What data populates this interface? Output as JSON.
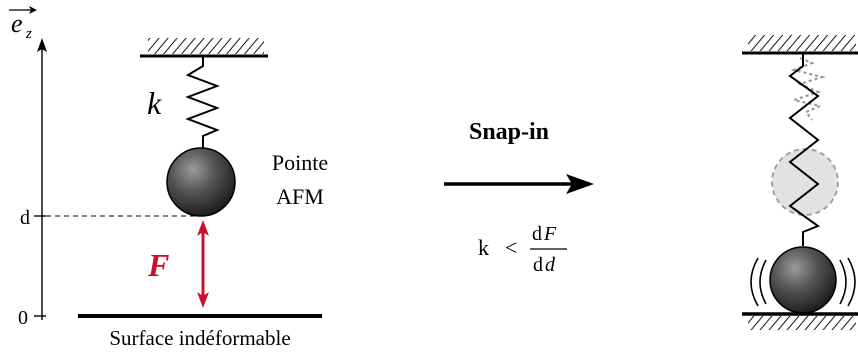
{
  "axis": {
    "vector_label": "e",
    "vector_subscript": "z",
    "tick_d": "d",
    "tick_0": "0"
  },
  "left_setup": {
    "spring_label": "k",
    "tip_label_line1": "Pointe",
    "tip_label_line2": "AFM",
    "force_label": "F",
    "surface_label": "Surface indéformable"
  },
  "transition": {
    "title": "Snap-in",
    "condition_lhs": "k",
    "condition_op": "<",
    "condition_num_d": "d",
    "condition_num_var": "F",
    "condition_den_d": "d",
    "condition_den_var": "d"
  },
  "colors": {
    "force_arrow": "#c8102e",
    "ground": "#000000",
    "ghost": "#9a9a9a"
  }
}
